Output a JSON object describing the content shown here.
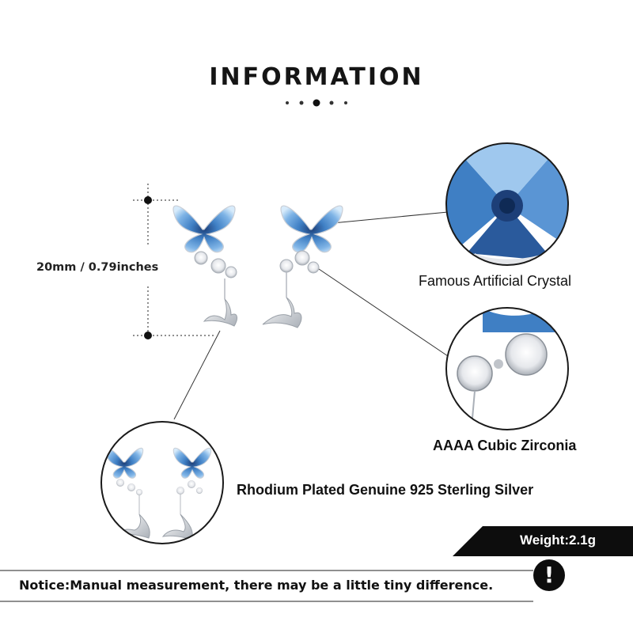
{
  "header": {
    "title": "INFORMATION"
  },
  "specs": {
    "dimension_label": "20mm / 0.79inches",
    "crystal_label": "Famous Artificial Crystal",
    "zirconia_label": "AAAA Cubic Zirconia",
    "silver_label": "Rhodium Plated Genuine 925 Sterling Silver",
    "weight_label": "Weight:2.1g"
  },
  "notice": {
    "text": "Notice:Manual measurement, there may be a little tiny difference.",
    "badge": "!"
  },
  "colors": {
    "crystal_blue": "#3f7fc4",
    "crystal_light": "#a9d0f2",
    "crystal_dark": "#1d3f78",
    "silver": "#c8ccd2",
    "ink": "#111111"
  },
  "icons": {
    "notice_badge": "exclamation-icon"
  }
}
